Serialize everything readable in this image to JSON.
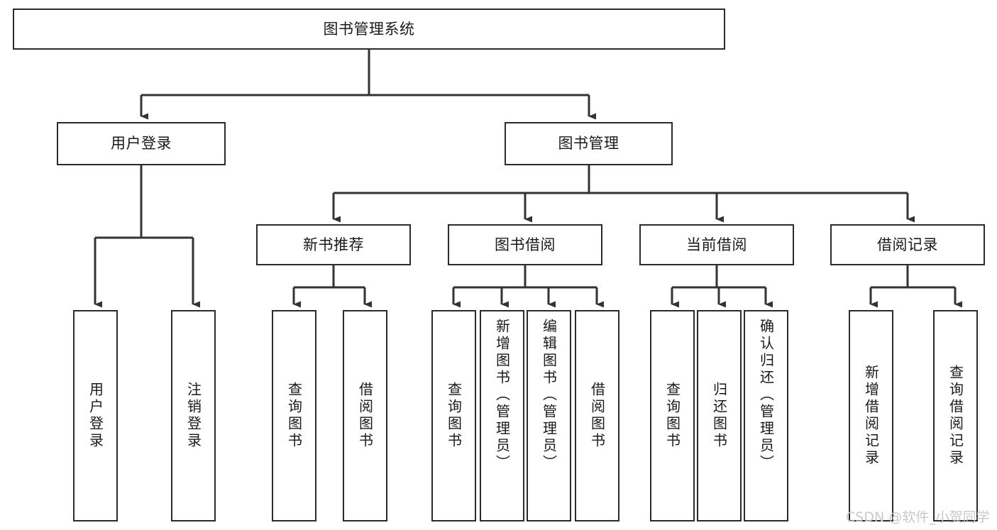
{
  "diagram": {
    "title": "图书管理系统",
    "watermark": "CSDN @软件_小贺同学",
    "colors": {
      "background": "#ffffff",
      "border": "#2b2b2b",
      "connector": "#333333",
      "text": "#1a1a1a",
      "watermark": "#c9c9c9"
    },
    "root": {
      "label": "图书管理系统"
    },
    "level1": [
      {
        "label": "用户登录"
      },
      {
        "label": "图书管理"
      }
    ],
    "level2": [
      {
        "label": "新书推荐"
      },
      {
        "label": "图书借阅"
      },
      {
        "label": "当前借阅"
      },
      {
        "label": "借阅记录"
      }
    ],
    "leaves": {
      "user_login": [
        {
          "label": "用户登录"
        },
        {
          "label": "注销登录"
        }
      ],
      "new_book": [
        {
          "label": "查询图书"
        },
        {
          "label": "借阅图书"
        }
      ],
      "book_borrow": [
        {
          "label": "查询图书"
        },
        {
          "label": "新增图书（管理员）"
        },
        {
          "label": "编辑图书（管理员）"
        },
        {
          "label": "借阅图书"
        }
      ],
      "current_borrow": [
        {
          "label": "查询图书"
        },
        {
          "label": "归还图书"
        },
        {
          "label": "确认归还（管理员）"
        }
      ],
      "borrow_record": [
        {
          "label": "新增借阅记录"
        },
        {
          "label": "查询借阅记录"
        }
      ]
    }
  }
}
